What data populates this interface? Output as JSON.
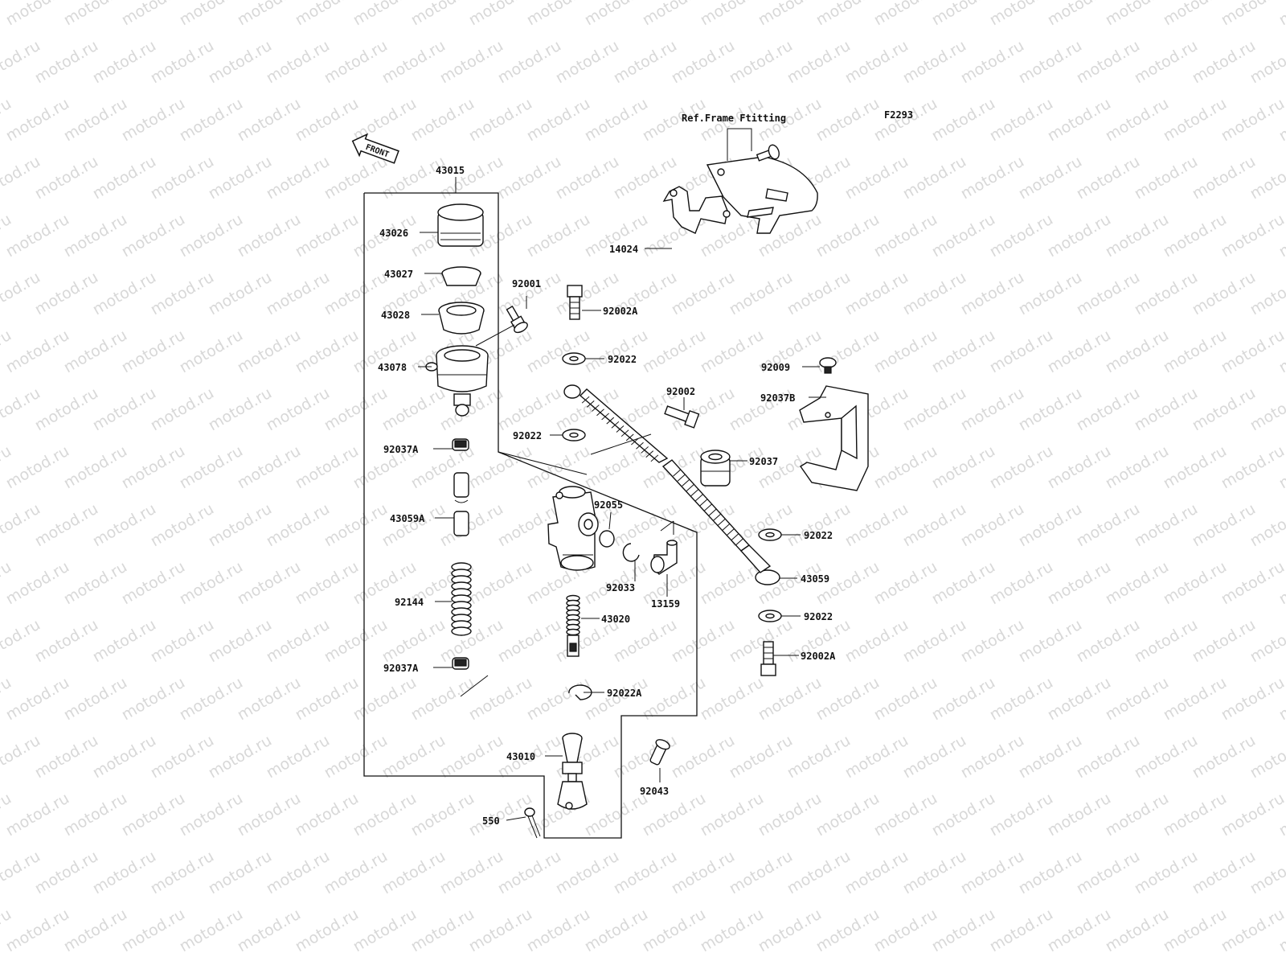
{
  "diagram_code": "F2293",
  "ref_note": "Ref.Frame Ftitting",
  "front_label": "FRONT",
  "watermark_text": "motod.ru",
  "part_numbers": {
    "p43015": "43015",
    "p43026": "43026",
    "p43027": "43027",
    "p43028": "43028",
    "p43078": "43078",
    "p92037A_top": "92037A",
    "p43059A": "43059A",
    "p92144": "92144",
    "p92037A_bot": "92037A",
    "p43010": "43010",
    "p550": "550",
    "p92001": "92001",
    "p92002A_top": "92002A",
    "p92022_a": "92022",
    "p92022_b": "92022",
    "p92002": "92002",
    "p92055": "92055",
    "p92033": "92033",
    "p13159": "13159",
    "p43020": "43020",
    "p92022A": "92022A",
    "p92043": "92043",
    "p14024": "14024",
    "p92009": "92009",
    "p92037B": "92037B",
    "p92037": "92037",
    "p92022_c": "92022",
    "p43059": "43059",
    "p92022_d": "92022",
    "p92002A_bot": "92002A"
  }
}
